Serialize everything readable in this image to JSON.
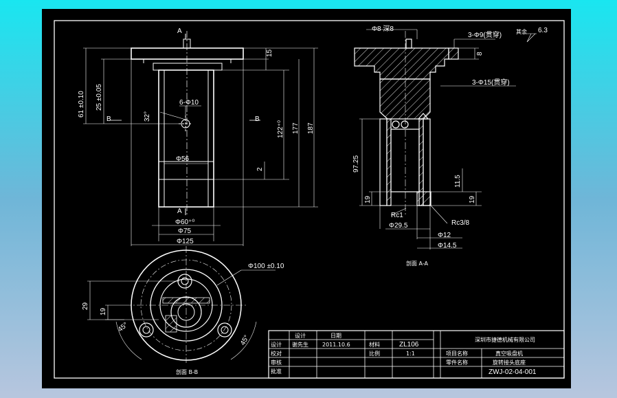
{
  "colors": {
    "background_top": "#19e6f0",
    "background_bottom": "#b7c6de",
    "sheet": "#000000",
    "lines": "#ffffff"
  },
  "front_view": {
    "section_a_top": "A",
    "section_a_bottom": "A",
    "section_b_left": "B",
    "section_b_right": "B",
    "dim_flange": "15",
    "dim_hole": "6-Φ10",
    "dim_angle": "32°",
    "dim_height_61": "61 ±0.10",
    "dim_height_25": "25 ±0.05",
    "dim_122": "122⁺⁰",
    "dim_177": "177",
    "dim_187": "187",
    "dim_bore": "Φ56",
    "dim_2": "2",
    "dim_d60": "Φ60⁺⁰",
    "dim_d75": "Φ75",
    "dim_d125": "Φ125"
  },
  "section_view": {
    "dim_d8": "Φ8 深8",
    "dim_3xd9": "3-Φ9(贯穿)",
    "dim_3xd15": "3-Φ15(贯穿)",
    "dim_8": "8",
    "dim_9725": "97.25",
    "dim_115": "11.5",
    "dim_19_left": "19",
    "dim_19_right": "19",
    "dim_rc1": "Rc1",
    "dim_d295": "Φ29.5",
    "dim_rc38": "Rc3/8",
    "dim_d12": "Φ12",
    "dim_d145": "Φ14.5",
    "surface_finish": "6.3",
    "remaining_label": "其余",
    "caption": "剖面 A-A"
  },
  "bottom_view": {
    "dim_d100": "Φ100 ±0.10",
    "dim_29": "29",
    "dim_19": "19",
    "dim_45_left": "45°",
    "dim_45_right": "45°",
    "caption": "剖面 B-B"
  },
  "title_block": {
    "company": "深圳市捷德机械有限公司",
    "date_label": "日期",
    "date": "2011.10.6",
    "drawn_label": "设计",
    "drawn_by": "谢先生",
    "check_label": "校对",
    "review_label": "审核",
    "approve_label": "批准",
    "material_label": "材料",
    "material": "ZL106",
    "scale_label": "比例",
    "scale": "1:1",
    "project_label": "项目名称",
    "project": "真空吸盘机",
    "part_label": "零件名称",
    "part_name": "旋转接头底座",
    "drawing_no": "ZWJ-02-04-001"
  }
}
